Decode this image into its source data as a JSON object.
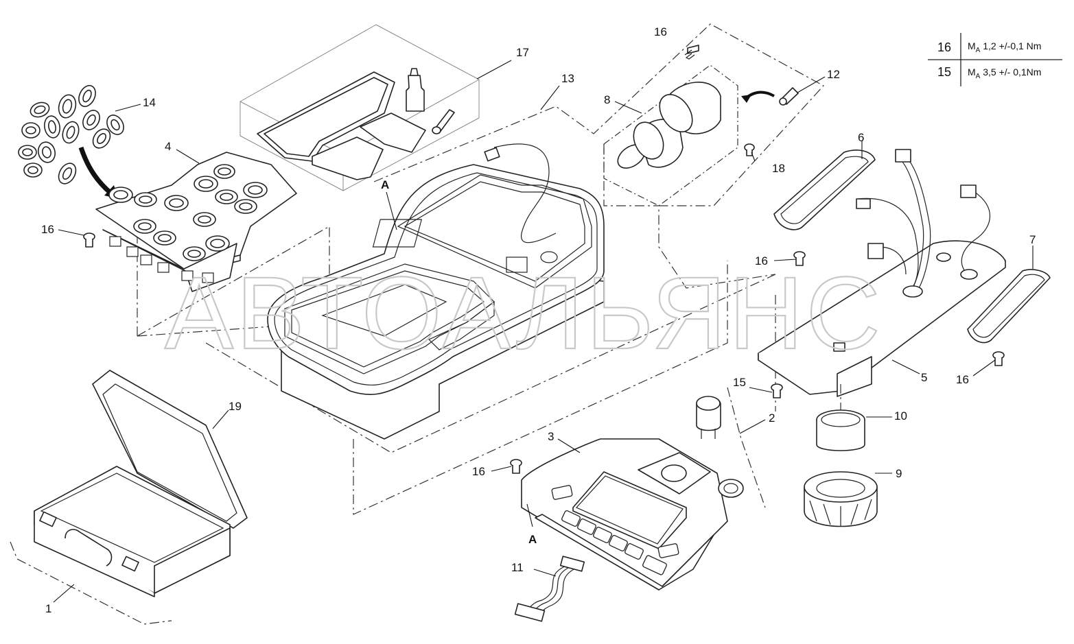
{
  "watermark": "АВТОАЛЬЯНС",
  "torque_table": [
    {
      "part": "16",
      "prefix": "M",
      "sub": "A",
      "value": " 1,2 +/-0,1 Nm"
    },
    {
      "part": "15",
      "prefix": "M",
      "sub": "A",
      "value": " 3,5 +/- 0,1Nm"
    }
  ],
  "callouts": {
    "c1": "1",
    "c2": "2",
    "c3": "3",
    "c4": "4",
    "c5": "5",
    "c6": "6",
    "c7": "7",
    "c8": "8",
    "c9": "9",
    "c10": "10",
    "c11": "11",
    "c12": "12",
    "c13": "13",
    "c14": "14",
    "c15": "15",
    "c16a": "16",
    "c16b": "16",
    "c16c": "16",
    "c16d": "16",
    "c16e": "16",
    "c17": "17",
    "c18": "18",
    "c19": "19",
    "cA1": "A",
    "cA2": "A"
  }
}
